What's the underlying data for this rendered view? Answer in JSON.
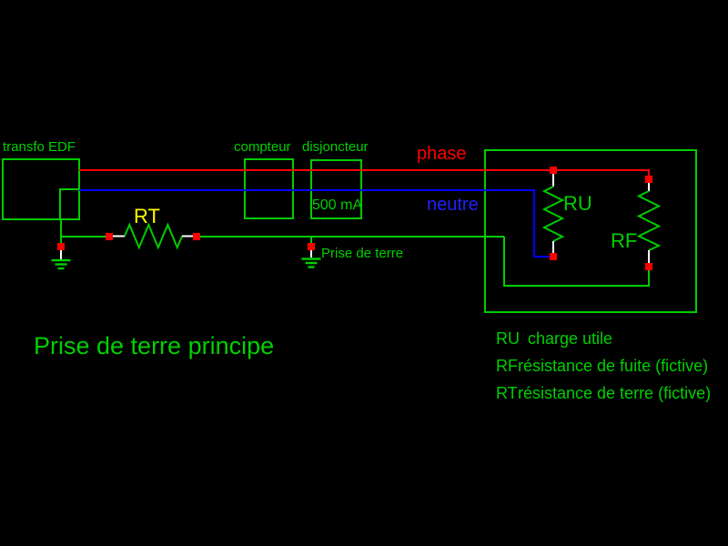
{
  "diagram": {
    "title": "Prise de terre principe",
    "components": {
      "transfo": "transfo EDF",
      "compteur": "compteur",
      "disjoncteur": "disjoncteur",
      "disjoncteur_rating": "500 mA",
      "rt": "RT",
      "ru": "RU",
      "rf": "RF"
    },
    "wires": {
      "phase": "phase",
      "neutre": "neutre",
      "earth_tap": "Prise de terre"
    },
    "legend": [
      {
        "key": "RU",
        "desc": "charge utile"
      },
      {
        "key": "RF",
        "desc": "résistance de fuite (fictive)"
      },
      {
        "key": "RT",
        "desc": "résistance de terre (fictive)"
      }
    ],
    "colors": {
      "background": "#000000",
      "wire_green": "#00CC00",
      "wire_red": "#FF0000",
      "wire_blue": "#0000FF",
      "node_red": "#FF0000",
      "stub_white": "#FFFFFF",
      "text_green": "#00D000",
      "text_red": "#FF0000",
      "text_blue": "#2020FF",
      "text_yellow": "#FFFF00"
    }
  }
}
